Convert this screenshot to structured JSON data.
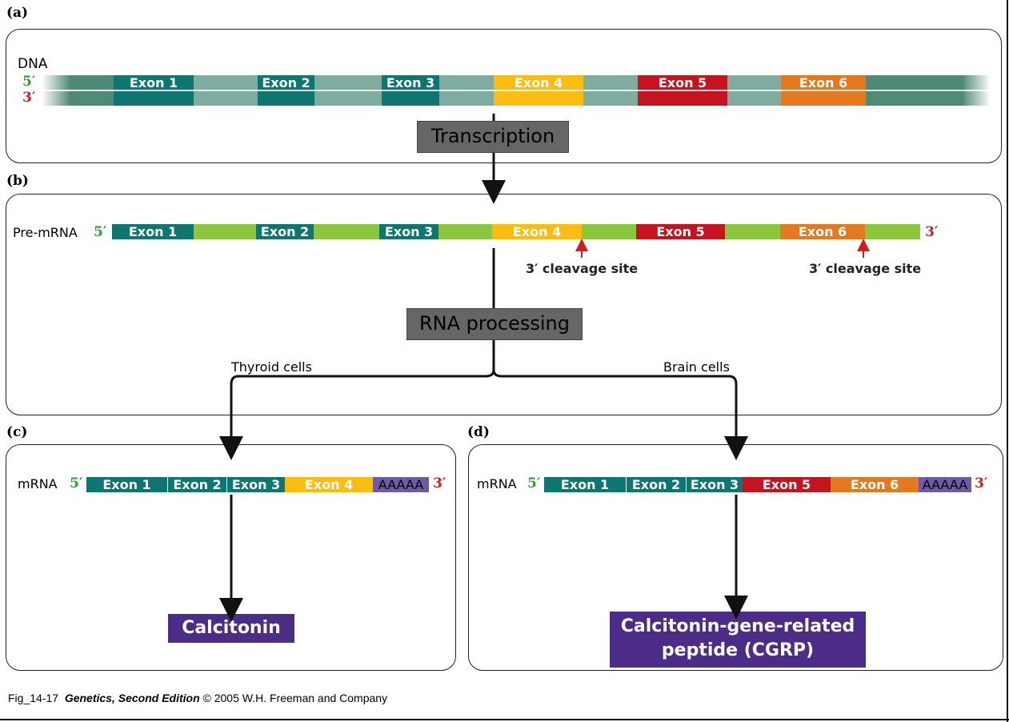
{
  "panels": {
    "a": "(a)",
    "b": "(b)",
    "c": "(c)",
    "d": "(d)"
  },
  "primes": {
    "five": "5′",
    "three": "3′"
  },
  "dna": {
    "label": "DNA",
    "exons": [
      "Exon 1",
      "Exon 2",
      "Exon 3",
      "Exon 4",
      "Exon 5",
      "Exon 6"
    ]
  },
  "steps": {
    "transcription": "Transcription",
    "processing": "RNA processing"
  },
  "premrna": {
    "label": "Pre-mRNA",
    "exons": [
      "Exon 1",
      "Exon 2",
      "Exon 3",
      "Exon 4",
      "Exon 5",
      "Exon 6"
    ],
    "cleavage_1": "3′ cleavage site",
    "cleavage_2": "3′ cleavage site"
  },
  "branches": {
    "left": "Thyroid cells",
    "right": "Brain cells"
  },
  "mrna_c": {
    "label": "mRNA",
    "segments": [
      "Exon 1",
      "Exon 2",
      "Exon 3",
      "Exon 4",
      "AAAAA"
    ],
    "product": "Calcitonin"
  },
  "mrna_d": {
    "label": "mRNA",
    "segments": [
      "Exon 1",
      "Exon 2",
      "Exon 3",
      "Exon 5",
      "Exon 6",
      "AAAAA"
    ],
    "product_line1": "Calcitonin-gene-related",
    "product_line2": "peptide (CGRP)"
  },
  "caption": {
    "fig": "Fig_14-17",
    "title": "Genetics, Second Edition",
    "rest": "© 2005 W.H. Freeman and Company"
  },
  "colors": {
    "exon_teal": "#0f7570",
    "exon_yellow": "#fdbc12",
    "exon_red": "#c5131f",
    "exon_orange": "#e4791f",
    "polyA_purple": "#6e5aa6",
    "dna_intron": "#7faca0",
    "dna_flank": "#4f8a78",
    "premrna_intron": "#8cc63f",
    "product_purple": "#4b2c87"
  }
}
